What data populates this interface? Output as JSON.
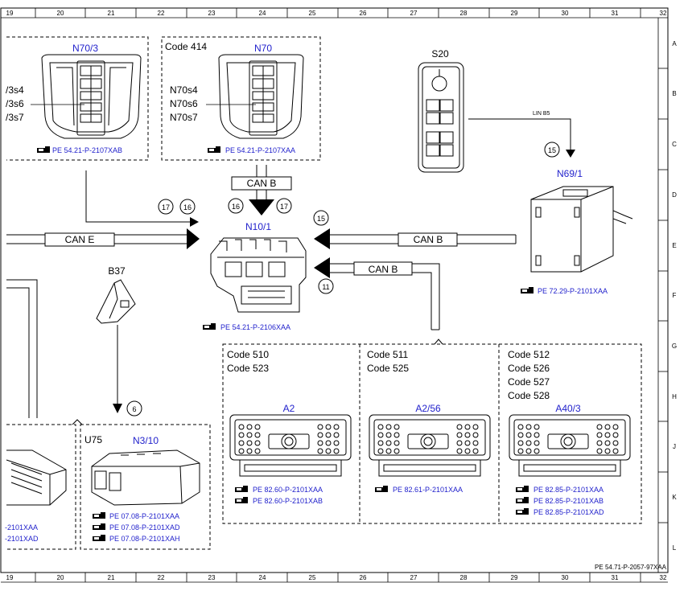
{
  "grid": {
    "columns": [
      "19",
      "20",
      "21",
      "22",
      "23",
      "24",
      "25",
      "26",
      "27",
      "28",
      "29",
      "30",
      "31",
      "32"
    ],
    "rows": [
      "A",
      "B",
      "C",
      "D",
      "E",
      "F",
      "G",
      "H",
      "J",
      "K",
      "L"
    ]
  },
  "footer_ref": "PE 54.71-P-2057-97XAA",
  "components": {
    "n70_3": {
      "title": "N70/3",
      "switches": [
        "/3s4",
        "/3s6",
        "/3s7"
      ],
      "ref": "PE 54.21-P-2107XAB"
    },
    "n70": {
      "code": "Code 414",
      "title": "N70",
      "switches": [
        "N70s4",
        "N70s6",
        "N70s7"
      ],
      "ref": "PE 54.21-P-2107XAA"
    },
    "s20": {
      "title": "S20"
    },
    "n69_1": {
      "title": "N69/1",
      "ref": "PE 72.29-P-2101XAA",
      "lin_label": "LIN B5"
    },
    "n10_1": {
      "title": "N10/1",
      "ref": "PE 54.21-P-2106XAA"
    },
    "b37": {
      "title": "B37"
    },
    "u75": {
      "code": "U75",
      "title": "N3/10",
      "refs": [
        "PE 07.08-P-2101XAA",
        "PE 07.08-P-2101XAD",
        "PE 07.08-P-2101XAH"
      ]
    },
    "left_partial": {
      "refs": [
        "-2101XAA",
        "-2101XAD"
      ]
    },
    "a2": {
      "codes": [
        "Code 510",
        "Code 523"
      ],
      "title": "A2",
      "refs": [
        "PE 82.60-P-2101XAA",
        "PE 82.60-P-2101XAB"
      ]
    },
    "a2_56": {
      "codes": [
        "Code 511",
        "Code 525"
      ],
      "title": "A2/56",
      "refs": [
        "PE 82.61-P-2101XAA"
      ]
    },
    "a40_3": {
      "codes": [
        "Code 512",
        "Code 526",
        "Code 527",
        "Code 528"
      ],
      "title": "A40/3",
      "refs": [
        "PE 82.85-P-2101XAA",
        "PE 82.85-P-2101XAB",
        "PE 82.85-P-2101XAD"
      ]
    }
  },
  "buses": {
    "can_b": "CAN B",
    "can_e": "CAN E"
  },
  "markers": [
    "17",
    "16",
    "16",
    "17",
    "15",
    "11",
    "15",
    "6"
  ]
}
